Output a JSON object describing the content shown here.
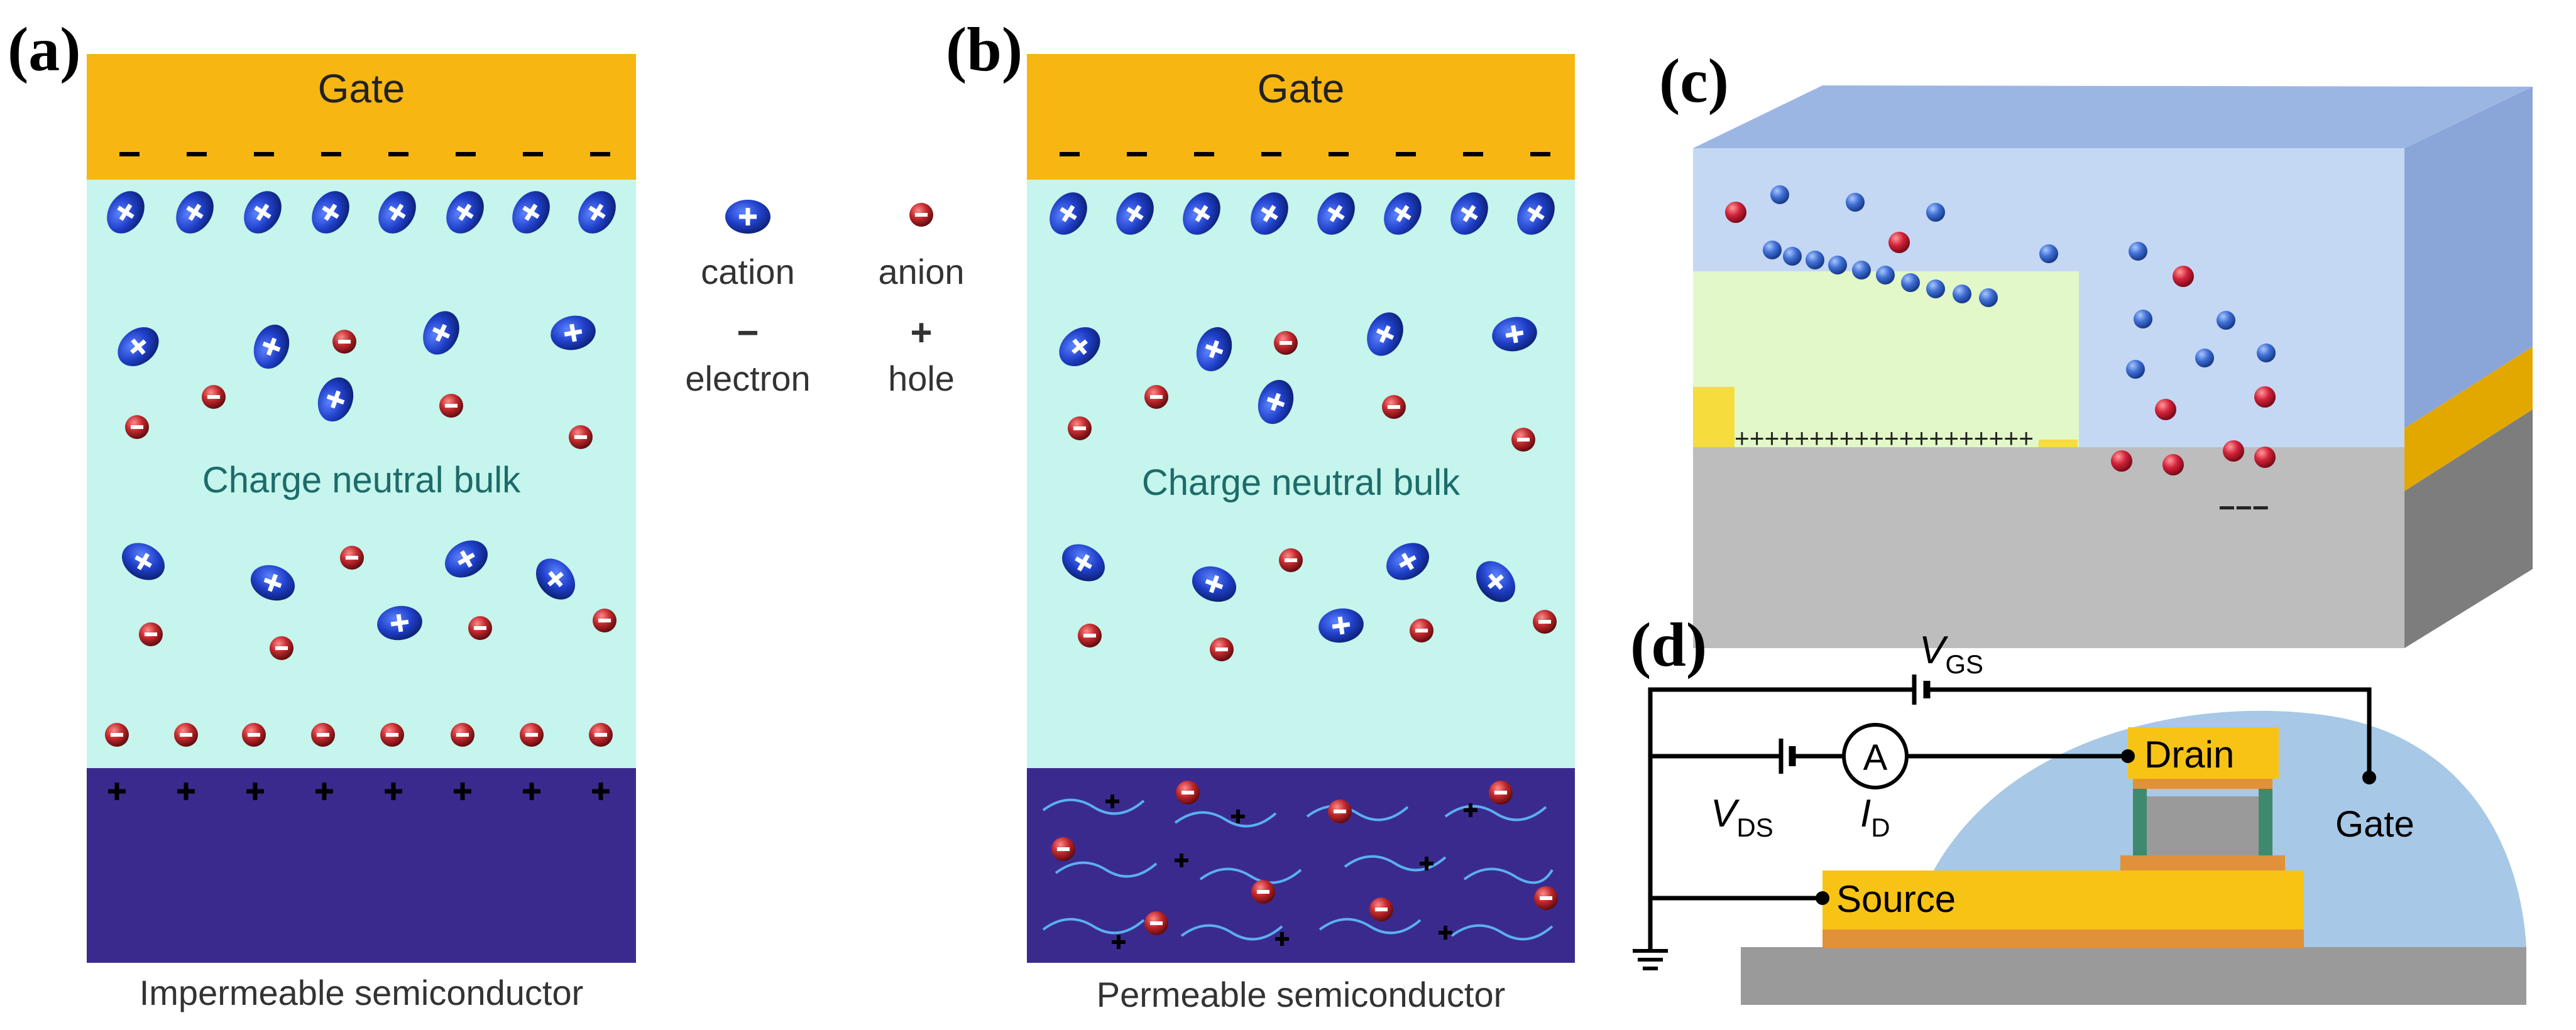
{
  "panel_a": {
    "label": "(a)",
    "gate_label": "Gate",
    "bulk_label": "Charge neutral bulk",
    "semiconductor_label": "Impermeable semiconductor"
  },
  "panel_b": {
    "label": "(b)",
    "gate_label": "Gate",
    "bulk_label": "Charge neutral bulk",
    "semiconductor_label": "Permeable semiconductor"
  },
  "legend": {
    "cation_label": "cation",
    "anion_label": "anion",
    "electron_symbol": "−",
    "electron_label": "electron",
    "hole_symbol": "+",
    "hole_label": "hole"
  },
  "panel_c": {
    "label": "(c)",
    "hole_row": "++++++++++++++++++++",
    "electron_row": "−−−"
  },
  "panel_d": {
    "label": "(d)",
    "vgs_main": "V",
    "vgs_sub": "GS",
    "vds_main": "V",
    "vds_sub": "DS",
    "id_main": "I",
    "id_sub": "D",
    "ammeter": "A",
    "drain": "Drain",
    "source": "Source",
    "gate": "Gate"
  },
  "colors": {
    "gate": "#f7b612",
    "electrolyte": "#c5f5ec",
    "semiconductor": "#3b2a8e",
    "cation": "#1f3fc8",
    "anion": "#c0282c",
    "box_front": "#c4d8f4",
    "box_top": "#9cb6e4",
    "box_side": "#8aa6d8"
  }
}
